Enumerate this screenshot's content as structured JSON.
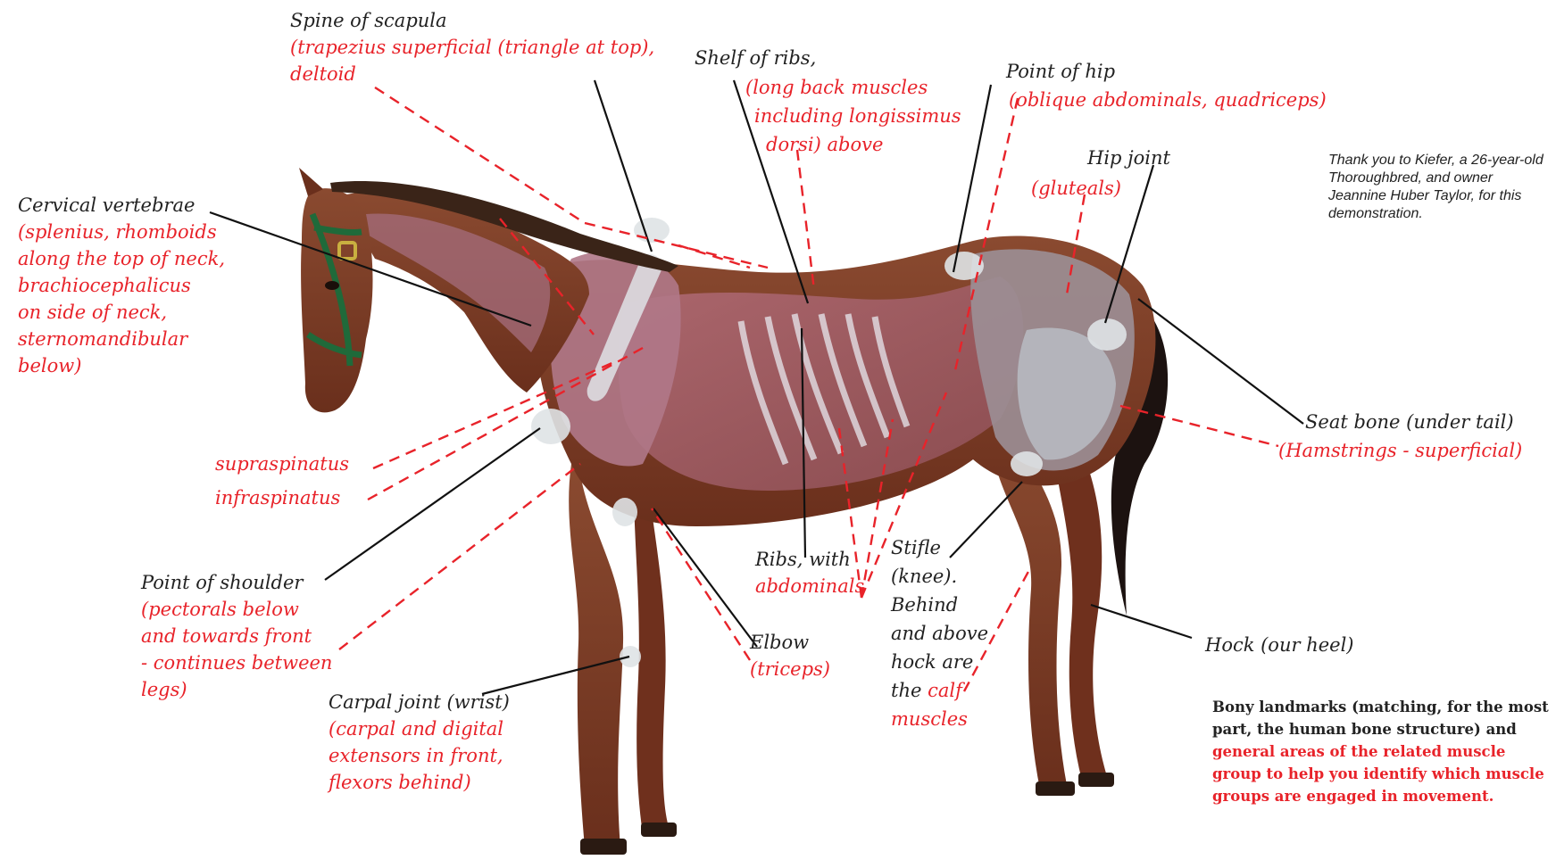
{
  "colors": {
    "bony": "#222222",
    "muscle": "#e8232a",
    "coat": "#7a3a22",
    "bone": "#dfe3e6"
  },
  "labels": {
    "spine": {
      "title": "Spine of scapula",
      "sub1": "(trapezius superficial (triangle at top),",
      "sub2": "deltoid"
    },
    "ribs_shelf": {
      "title": "Shelf of ribs,",
      "sub1": "(long back muscles",
      "sub2": "including longissimus",
      "sub3": "dorsi) above"
    },
    "hip_point": {
      "title": "Point of hip",
      "sub": "(oblique abdominals, quadriceps)"
    },
    "hip_joint": {
      "title": "Hip joint",
      "sub": "(gluteals)"
    },
    "cervical": {
      "title": "Cervical vertebrae",
      "sub1": "(splenius, rhomboids",
      "sub2": "along the top of neck,",
      "sub3": "brachiocephalicus",
      "sub4": "on side of neck,",
      "sub5": "sternomandibular",
      "sub6": "below)"
    },
    "supraspinatus": "supraspinatus",
    "infraspinatus": "infraspinatus",
    "shoulder": {
      "title": "Point of shoulder",
      "sub1": "(pectorals below",
      "sub2": "and towards front",
      "sub3": "- continues between",
      "sub4": "legs)"
    },
    "carpal": {
      "title": "Carpal joint (wrist)",
      "sub1": "(carpal and digital",
      "sub2": "extensors in front,",
      "sub3": "flexors behind)"
    },
    "ribs_abd": {
      "title": "Ribs, with",
      "sub": "abdominals"
    },
    "elbow": {
      "title": "Elbow",
      "sub": "(triceps)"
    },
    "stifle": {
      "l1": "Stifle",
      "l2": "(knee).",
      "l3": "Behind",
      "l4": "and above",
      "l5": "hock are",
      "l6a": "the ",
      "l6b": "calf",
      "l7": "muscles"
    },
    "seat": {
      "title": "Seat bone (under tail)",
      "sub": "(Hamstrings - superficial)"
    },
    "hock": "Hock (our heel)"
  },
  "note": "Thank you to Kiefer, a 26-year-old Thoroughbred, and owner Jeannine Huber Taylor, for this demonstration.",
  "legend": {
    "part1": "Bony landmarks (matching, for the most part, the human bone structure) and ",
    "part2": "general areas of the related muscle group to help you identify which muscle groups are engaged in movement."
  }
}
